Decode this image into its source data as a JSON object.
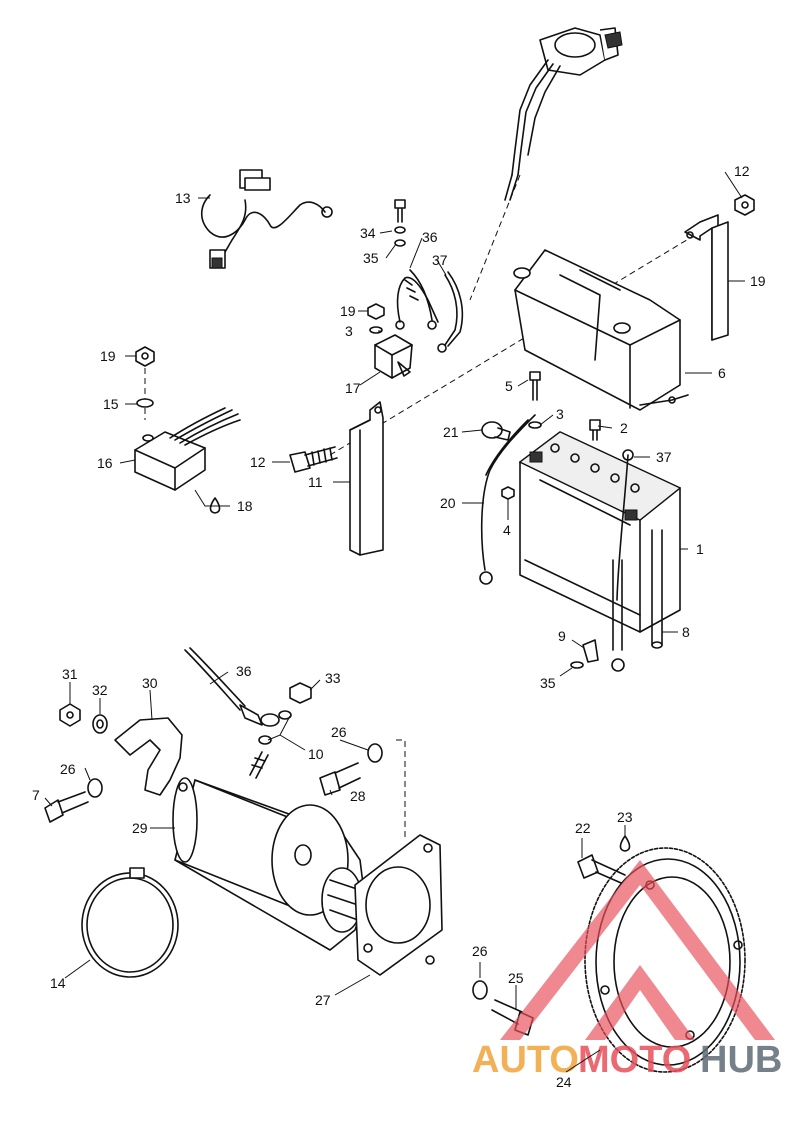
{
  "callouts": [
    "1",
    "2",
    "3",
    "3",
    "4",
    "5",
    "6",
    "7",
    "8",
    "9",
    "10",
    "11",
    "12",
    "12",
    "13",
    "14",
    "15",
    "16",
    "17",
    "18",
    "19",
    "19",
    "20",
    "21",
    "22",
    "23",
    "24",
    "25",
    "26",
    "26",
    "26",
    "27",
    "28",
    "29",
    "30",
    "31",
    "32",
    "33",
    "34",
    "35",
    "35",
    "36",
    "36",
    "37",
    "37"
  ],
  "watermark": {
    "part1": "AUTO",
    "part2": "MOTO",
    "part3": "HUB",
    "colors": {
      "orange": "#f2a43a",
      "red": "#e8505b",
      "gray": "#5f6b75"
    }
  }
}
